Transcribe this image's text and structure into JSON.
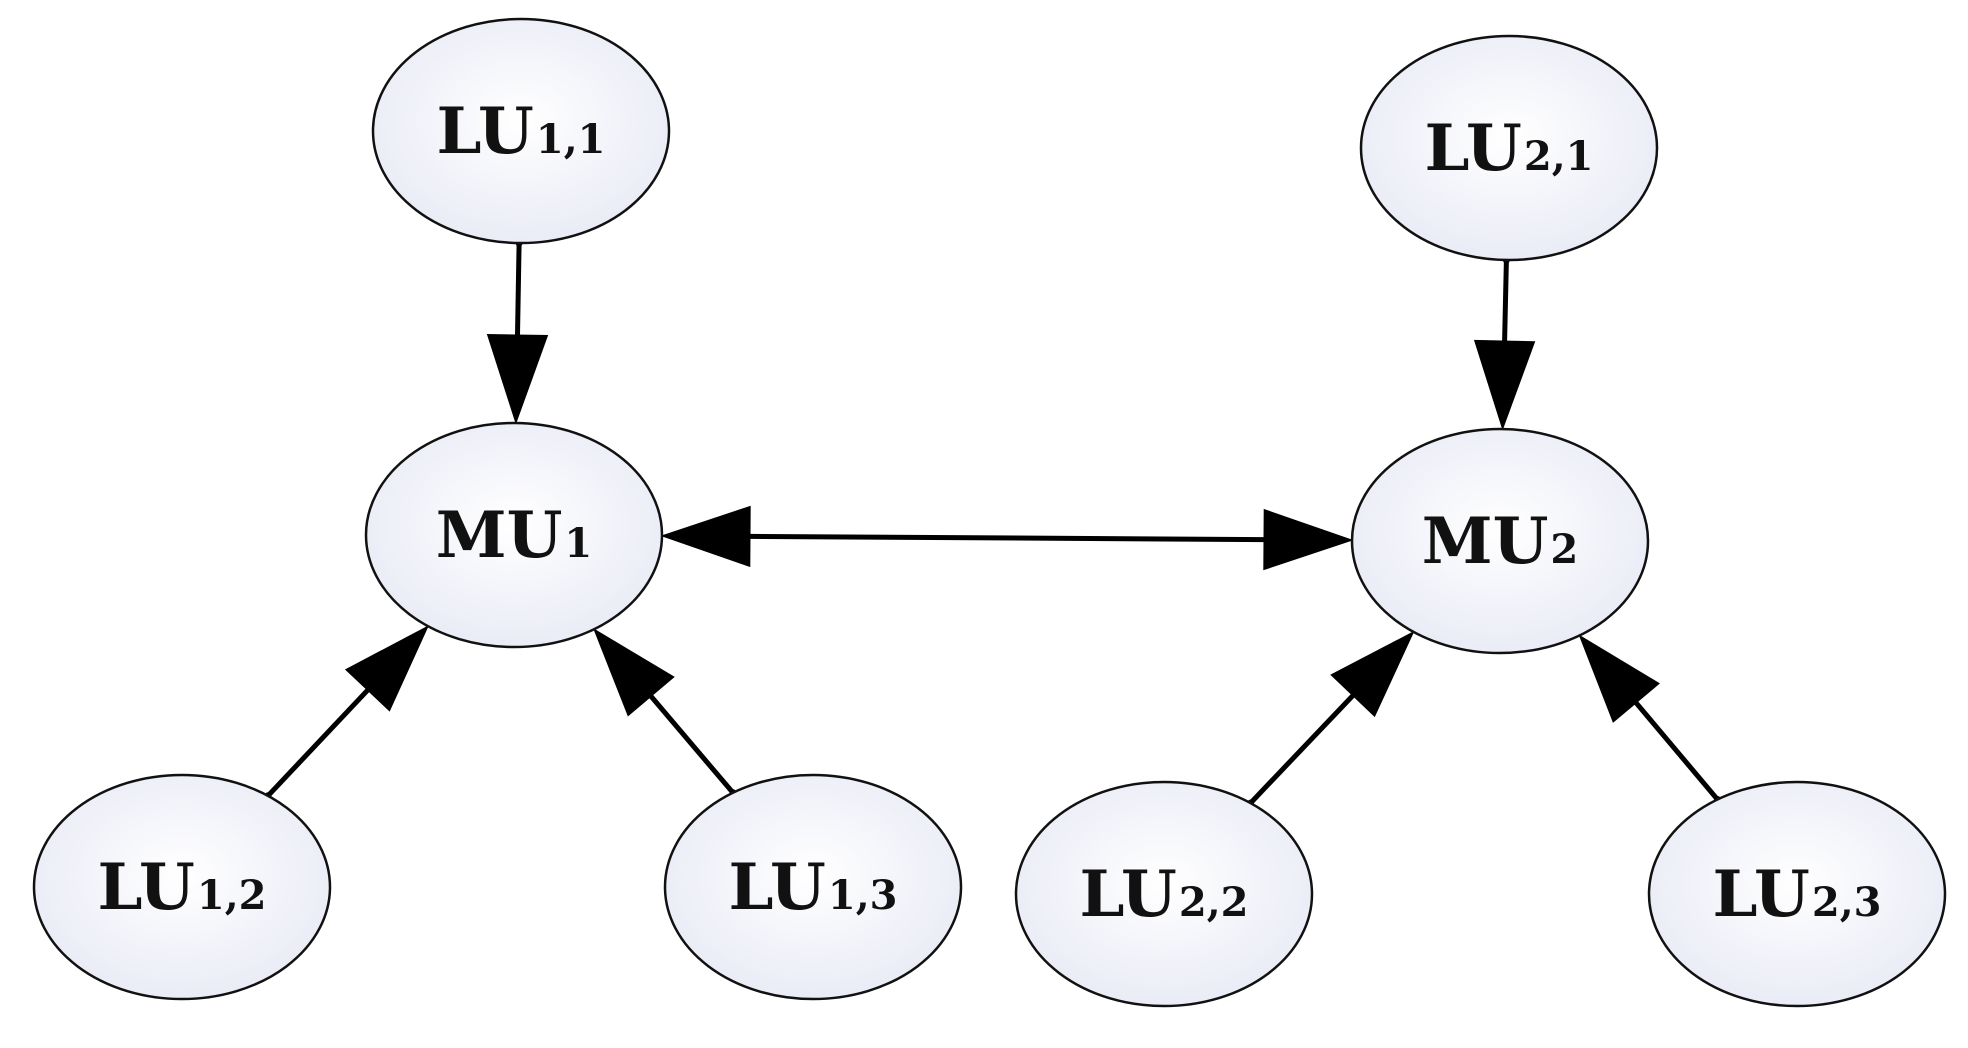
{
  "nodes": [
    {
      "id": "LU11",
      "main": "LU",
      "sub": "1,1"
    },
    {
      "id": "LU21",
      "main": "LU",
      "sub": "2,1"
    },
    {
      "id": "MU1",
      "main": "MU",
      "sub": "1"
    },
    {
      "id": "MU2",
      "main": "MU",
      "sub": "2"
    },
    {
      "id": "LU12",
      "main": "LU",
      "sub": "1,2"
    },
    {
      "id": "LU13",
      "main": "LU",
      "sub": "1,3"
    },
    {
      "id": "LU22",
      "main": "LU",
      "sub": "2,2"
    },
    {
      "id": "LU23",
      "main": "LU",
      "sub": "2,3"
    }
  ],
  "edges": [
    {
      "from": "LU11",
      "to": "MU1",
      "bidirectional": false
    },
    {
      "from": "LU12",
      "to": "MU1",
      "bidirectional": false
    },
    {
      "from": "LU13",
      "to": "MU1",
      "bidirectional": false
    },
    {
      "from": "LU21",
      "to": "MU2",
      "bidirectional": false
    },
    {
      "from": "LU22",
      "to": "MU2",
      "bidirectional": false
    },
    {
      "from": "LU23",
      "to": "MU2",
      "bidirectional": false
    },
    {
      "from": "MU1",
      "to": "MU2",
      "bidirectional": true
    }
  ],
  "colors": {
    "node_fill_center": "#ffffff",
    "node_fill_edge": "#e8eaf5",
    "stroke": "#000000"
  }
}
